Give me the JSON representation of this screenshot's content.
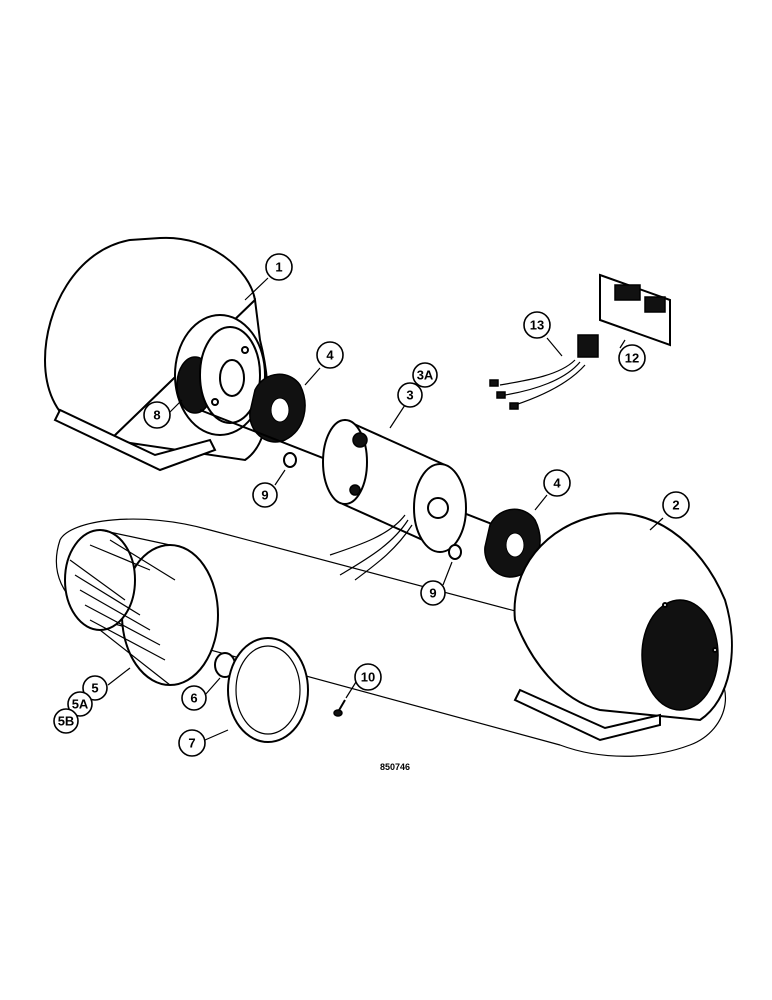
{
  "callouts": [
    {
      "id": "1",
      "label": "1"
    },
    {
      "id": "2",
      "label": "2"
    },
    {
      "id": "3",
      "label": "3"
    },
    {
      "id": "3A",
      "label": "3A"
    },
    {
      "id": "4a",
      "label": "4"
    },
    {
      "id": "4b",
      "label": "4"
    },
    {
      "id": "5",
      "label": "5"
    },
    {
      "id": "5A",
      "label": "5A"
    },
    {
      "id": "5B",
      "label": "5B"
    },
    {
      "id": "6",
      "label": "6"
    },
    {
      "id": "7",
      "label": "7"
    },
    {
      "id": "8",
      "label": "8"
    },
    {
      "id": "9a",
      "label": "9"
    },
    {
      "id": "9b",
      "label": "9"
    },
    {
      "id": "10",
      "label": "10"
    },
    {
      "id": "12",
      "label": "12"
    },
    {
      "id": "13",
      "label": "13"
    }
  ],
  "reference_number": "850746"
}
